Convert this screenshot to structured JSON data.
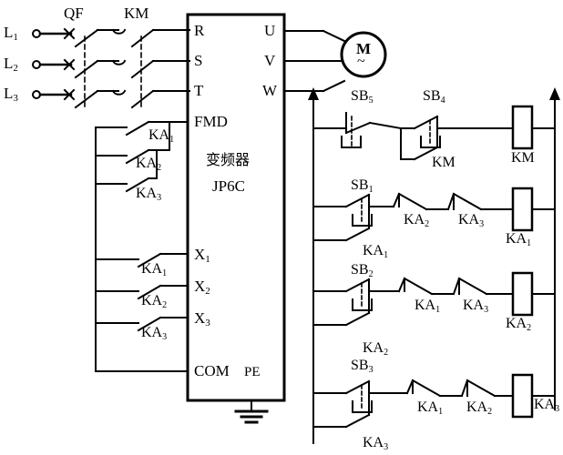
{
  "diagram": {
    "title": "VFD motor control schematic",
    "stroke_color": "#000000",
    "background": "#ffffff"
  },
  "power_circuit": {
    "supply_lines": [
      {
        "name": "line-l1",
        "label": "L",
        "sub": "1"
      },
      {
        "name": "line-l2",
        "label": "L",
        "sub": "2"
      },
      {
        "name": "line-l3",
        "label": "L",
        "sub": "3"
      }
    ],
    "breaker_label": "QF",
    "contactor_label": "KM"
  },
  "vfd": {
    "name_cn": "变频器",
    "model": "JP6C",
    "input_terminals": [
      "R",
      "S",
      "T"
    ],
    "output_terminals": [
      "U",
      "V",
      "W"
    ],
    "control_terminals": [
      "FMD",
      "COM"
    ],
    "digital_inputs": [
      {
        "label": "X",
        "sub": "1"
      },
      {
        "label": "X",
        "sub": "2"
      },
      {
        "label": "X",
        "sub": "3"
      }
    ],
    "earth_terminal": "PE"
  },
  "motor": {
    "symbol": "M",
    "type_mark": "~"
  },
  "fmd_contacts": [
    {
      "label": "KA",
      "sub": "1"
    },
    {
      "label": "KA",
      "sub": "2"
    },
    {
      "label": "KA",
      "sub": "3"
    }
  ],
  "input_contacts": [
    {
      "label": "KA",
      "sub": "1",
      "terminal": "X1"
    },
    {
      "label": "KA",
      "sub": "2",
      "terminal": "X2"
    },
    {
      "label": "KA",
      "sub": "3",
      "terminal": "X3"
    }
  ],
  "control_rungs": [
    {
      "name": "rung-km",
      "stop_button": {
        "label": "SB",
        "sub": "5",
        "type": "nc-pushbutton"
      },
      "start_button": {
        "label": "SB",
        "sub": "4",
        "type": "no-pushbutton"
      },
      "hold_contact": {
        "label": "KM",
        "sub": ""
      },
      "interlocks": [],
      "coil": {
        "label": "KM",
        "sub": ""
      }
    },
    {
      "name": "rung-ka1",
      "start_button": {
        "label": "SB",
        "sub": "1",
        "type": "no-pushbutton"
      },
      "hold_contact": {
        "label": "KA",
        "sub": "1"
      },
      "interlocks": [
        {
          "label": "KA",
          "sub": "2"
        },
        {
          "label": "KA",
          "sub": "3"
        }
      ],
      "coil": {
        "label": "KA",
        "sub": "1"
      }
    },
    {
      "name": "rung-ka2",
      "start_button": {
        "label": "SB",
        "sub": "2",
        "type": "no-pushbutton"
      },
      "hold_contact": {
        "label": "KA",
        "sub": "2"
      },
      "interlocks": [
        {
          "label": "KA",
          "sub": "1"
        },
        {
          "label": "KA",
          "sub": "3"
        }
      ],
      "coil": {
        "label": "KA",
        "sub": "2"
      }
    },
    {
      "name": "rung-ka3",
      "start_button": {
        "label": "SB",
        "sub": "3",
        "type": "no-pushbutton"
      },
      "hold_contact": {
        "label": "KA",
        "sub": "3"
      },
      "interlocks": [
        {
          "label": "KA",
          "sub": "1"
        },
        {
          "label": "KA",
          "sub": "2"
        }
      ],
      "coil": {
        "label": "KA",
        "sub": "3"
      }
    }
  ]
}
